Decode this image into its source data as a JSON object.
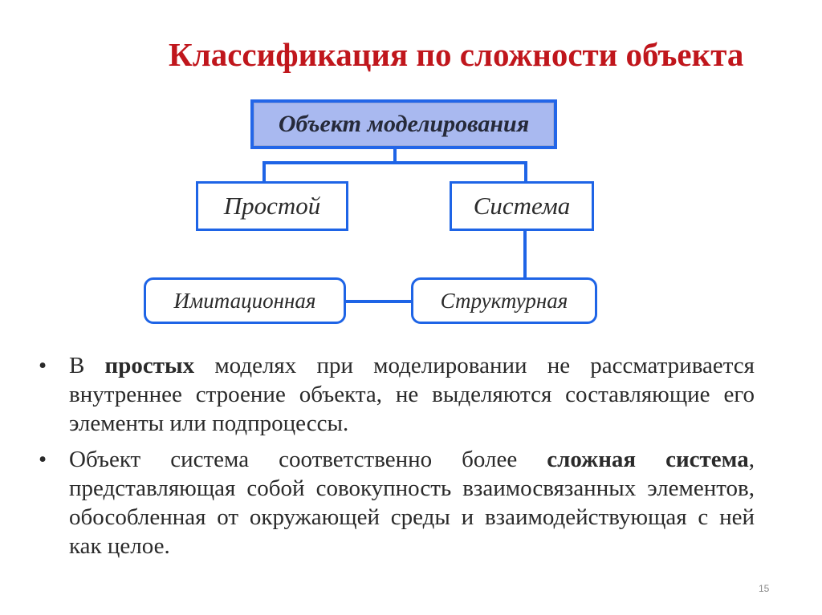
{
  "title": "Классификация по сложности объекта",
  "diagram": {
    "root": "Объект моделирования",
    "simple": "Простой",
    "system": "Система",
    "imitation": "Имитационная",
    "structural": "Структурная"
  },
  "bullets": [
    {
      "marker": "•",
      "before": "В ",
      "bold": "простых",
      "after": " моделях при моделировании не рассматривается внутреннее строение объекта, не выделяются составляющие его элементы или подпроцессы."
    },
    {
      "marker": "•",
      "before": "Объект система соответственно более ",
      "bold": "сложная система",
      "after": ", представляющая собой совокупность взаимосвязанных элементов, обособленная от окружающей среды и взаимодействующая с ней как целое."
    }
  ],
  "page_number": "15",
  "colors": {
    "title": "#c0161c",
    "box_border": "#1e64e6",
    "root_fill": "#a9b9f0"
  }
}
